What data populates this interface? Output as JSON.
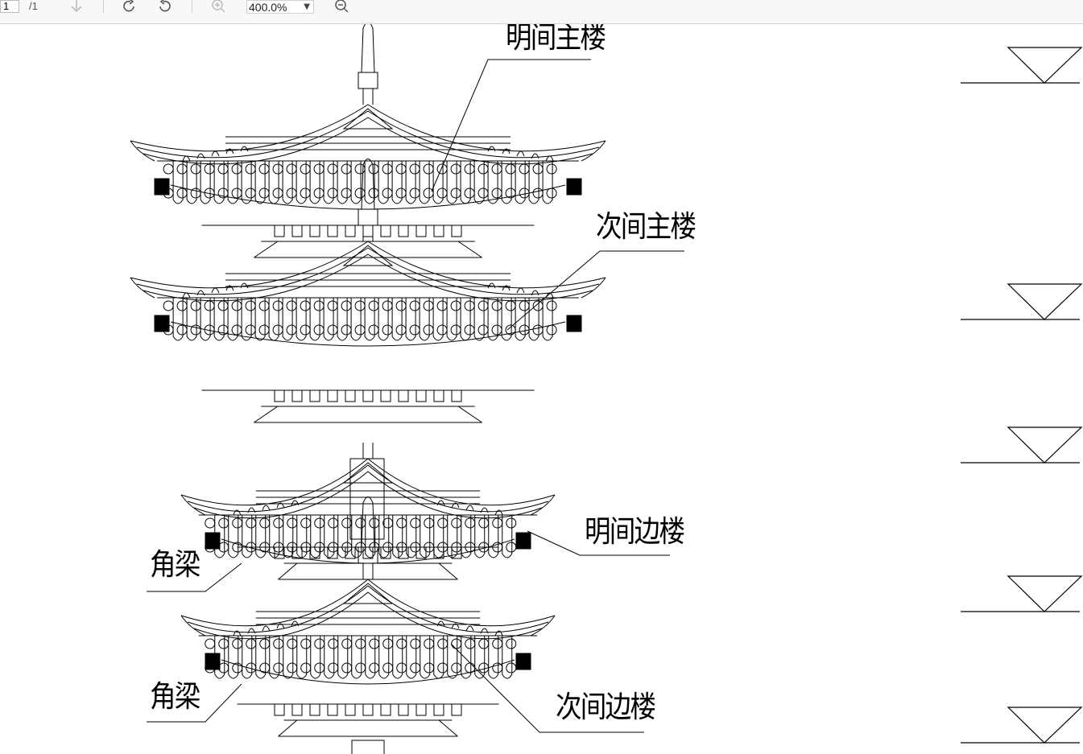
{
  "toolbar": {
    "page_current": "1",
    "page_total": "/1",
    "zoom_value": "400.0%",
    "icons": [
      "down-arrow-icon",
      "rotate-clockwise-icon",
      "rotate-counterclockwise-icon",
      "zoom-in-icon",
      "zoom-out-icon"
    ]
  },
  "drawing": {
    "labels": {
      "main_center": "明间主楼",
      "main_side": "次间主楼",
      "side_center": "明间边楼",
      "corner_beam_1": "角梁",
      "corner_beam_2": "角梁",
      "side_side": "次间边楼"
    },
    "elevation_marker_count": 5
  }
}
